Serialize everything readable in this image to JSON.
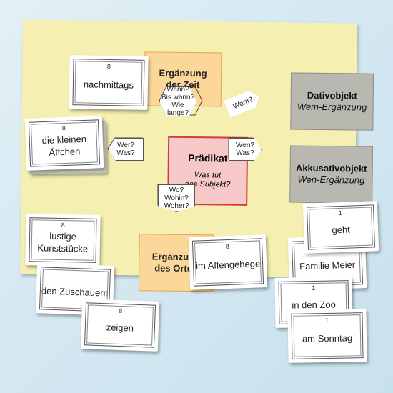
{
  "board": {
    "zeit": {
      "line1": "Ergänzung",
      "line2": "der Zeit"
    },
    "ort": {
      "line1": "Ergänzung",
      "line2": "des Ortes"
    },
    "dativ": {
      "title": "Dativobjekt",
      "sub": "Wem-Ergänzung"
    },
    "akku": {
      "title": "Akkusativobjekt",
      "sub": "Wen-Ergänzung"
    },
    "praedikat": {
      "title": "Prädikat",
      "sub1": "Was tut",
      "sub2": "das Subjekt?"
    }
  },
  "questions": {
    "zeit": [
      "Wann?",
      "Bis wann?",
      "Wie lange?"
    ],
    "dativ": [
      "Wem?"
    ],
    "subjekt": [
      "Wer?",
      "Was?"
    ],
    "akku": [
      "Wen?",
      "Was?"
    ],
    "ort": [
      "Wo?",
      "Wohin?",
      "Woher?"
    ]
  },
  "cards": [
    {
      "number": "8",
      "lines": [
        "nachmittags"
      ]
    },
    {
      "number": "8",
      "lines": [
        "die kleinen",
        "Äffchen"
      ]
    },
    {
      "number": "8",
      "lines": [
        "lustige",
        "Kunststücke"
      ]
    },
    {
      "number": "",
      "lines": [
        "den Zuschauern"
      ]
    },
    {
      "number": "8",
      "lines": [
        "zeigen"
      ]
    },
    {
      "number": "8",
      "lines": [
        "im Affengehege"
      ]
    },
    {
      "number": "1",
      "lines": [
        "geht"
      ]
    },
    {
      "number": "",
      "lines": [
        "Familie Meier"
      ]
    },
    {
      "number": "1",
      "lines": [
        "in den Zoo"
      ]
    },
    {
      "number": "1",
      "lines": [
        "am Sonntag"
      ]
    }
  ],
  "colors": {
    "background": "#d6e9f2",
    "board": "#f6efb2",
    "orange": "#fcd79a",
    "gray": "#b8b8b0",
    "red": "#d53b3b"
  }
}
